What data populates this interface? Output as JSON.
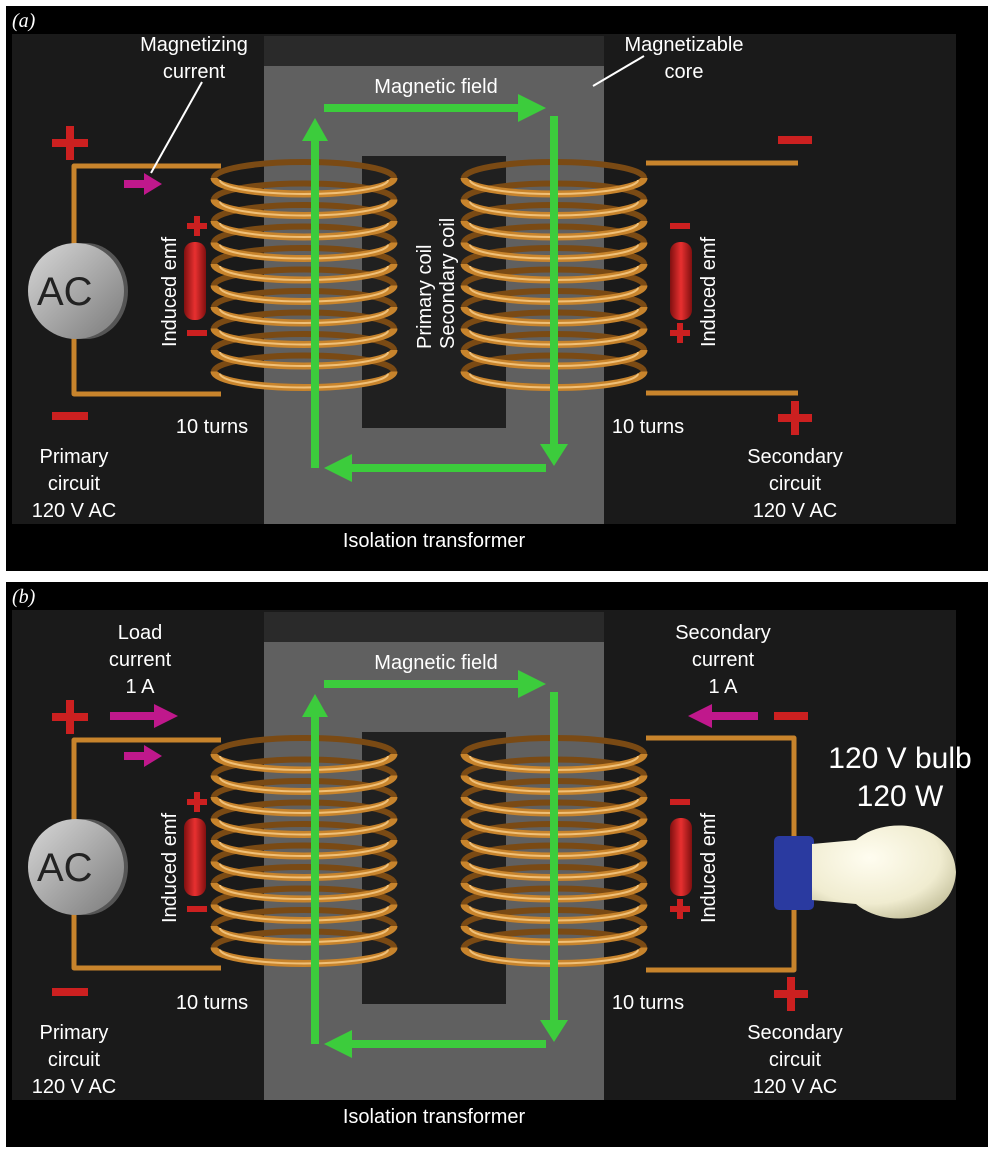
{
  "colors": {
    "background": "#000000",
    "core": "#606060",
    "coil": "#c8842c",
    "wire": "#c8842c",
    "field_arrow": "#3ccc3c",
    "current_arrow": "#c0188c",
    "polarity": "#cc2020",
    "emf_cylinder": "#cc2020",
    "ac_source": "#a0a0a0",
    "bulb_base": "#2a3aa0",
    "bulb_glass": "#f4f0d8"
  },
  "panel_a": {
    "letter": "(a)",
    "magnetizing_current": "Magnetizing\ncurrent",
    "magnetizable_core": "Magnetizable\ncore",
    "magnetic_field": "Magnetic field",
    "induced_emf_primary": "Induced emf",
    "induced_emf_secondary": "Induced emf",
    "primary_coil": "Primary coil",
    "secondary_coil": "Secondary coil",
    "primary_turns": "10 turns",
    "secondary_turns": "10 turns",
    "primary_circuit": "Primary\ncircuit\n120 V AC",
    "secondary_circuit": "Secondary\ncircuit\n120 V AC",
    "ac_label": "AC",
    "caption": "Isolation transformer"
  },
  "panel_b": {
    "letter": "(b)",
    "load_current": "Load\ncurrent\n1 A",
    "secondary_current": "Secondary\ncurrent\n1 A",
    "magnetic_field": "Magnetic field",
    "induced_emf_primary": "Induced emf",
    "induced_emf_secondary": "Induced emf",
    "bulb": "120 V bulb\n120 W",
    "primary_turns": "10 turns",
    "secondary_turns": "10 turns",
    "primary_circuit": "Primary\ncircuit\n120 V AC",
    "secondary_circuit": "Secondary\ncircuit\n120 V AC",
    "ac_label": "AC",
    "caption": "Isolation transformer"
  }
}
